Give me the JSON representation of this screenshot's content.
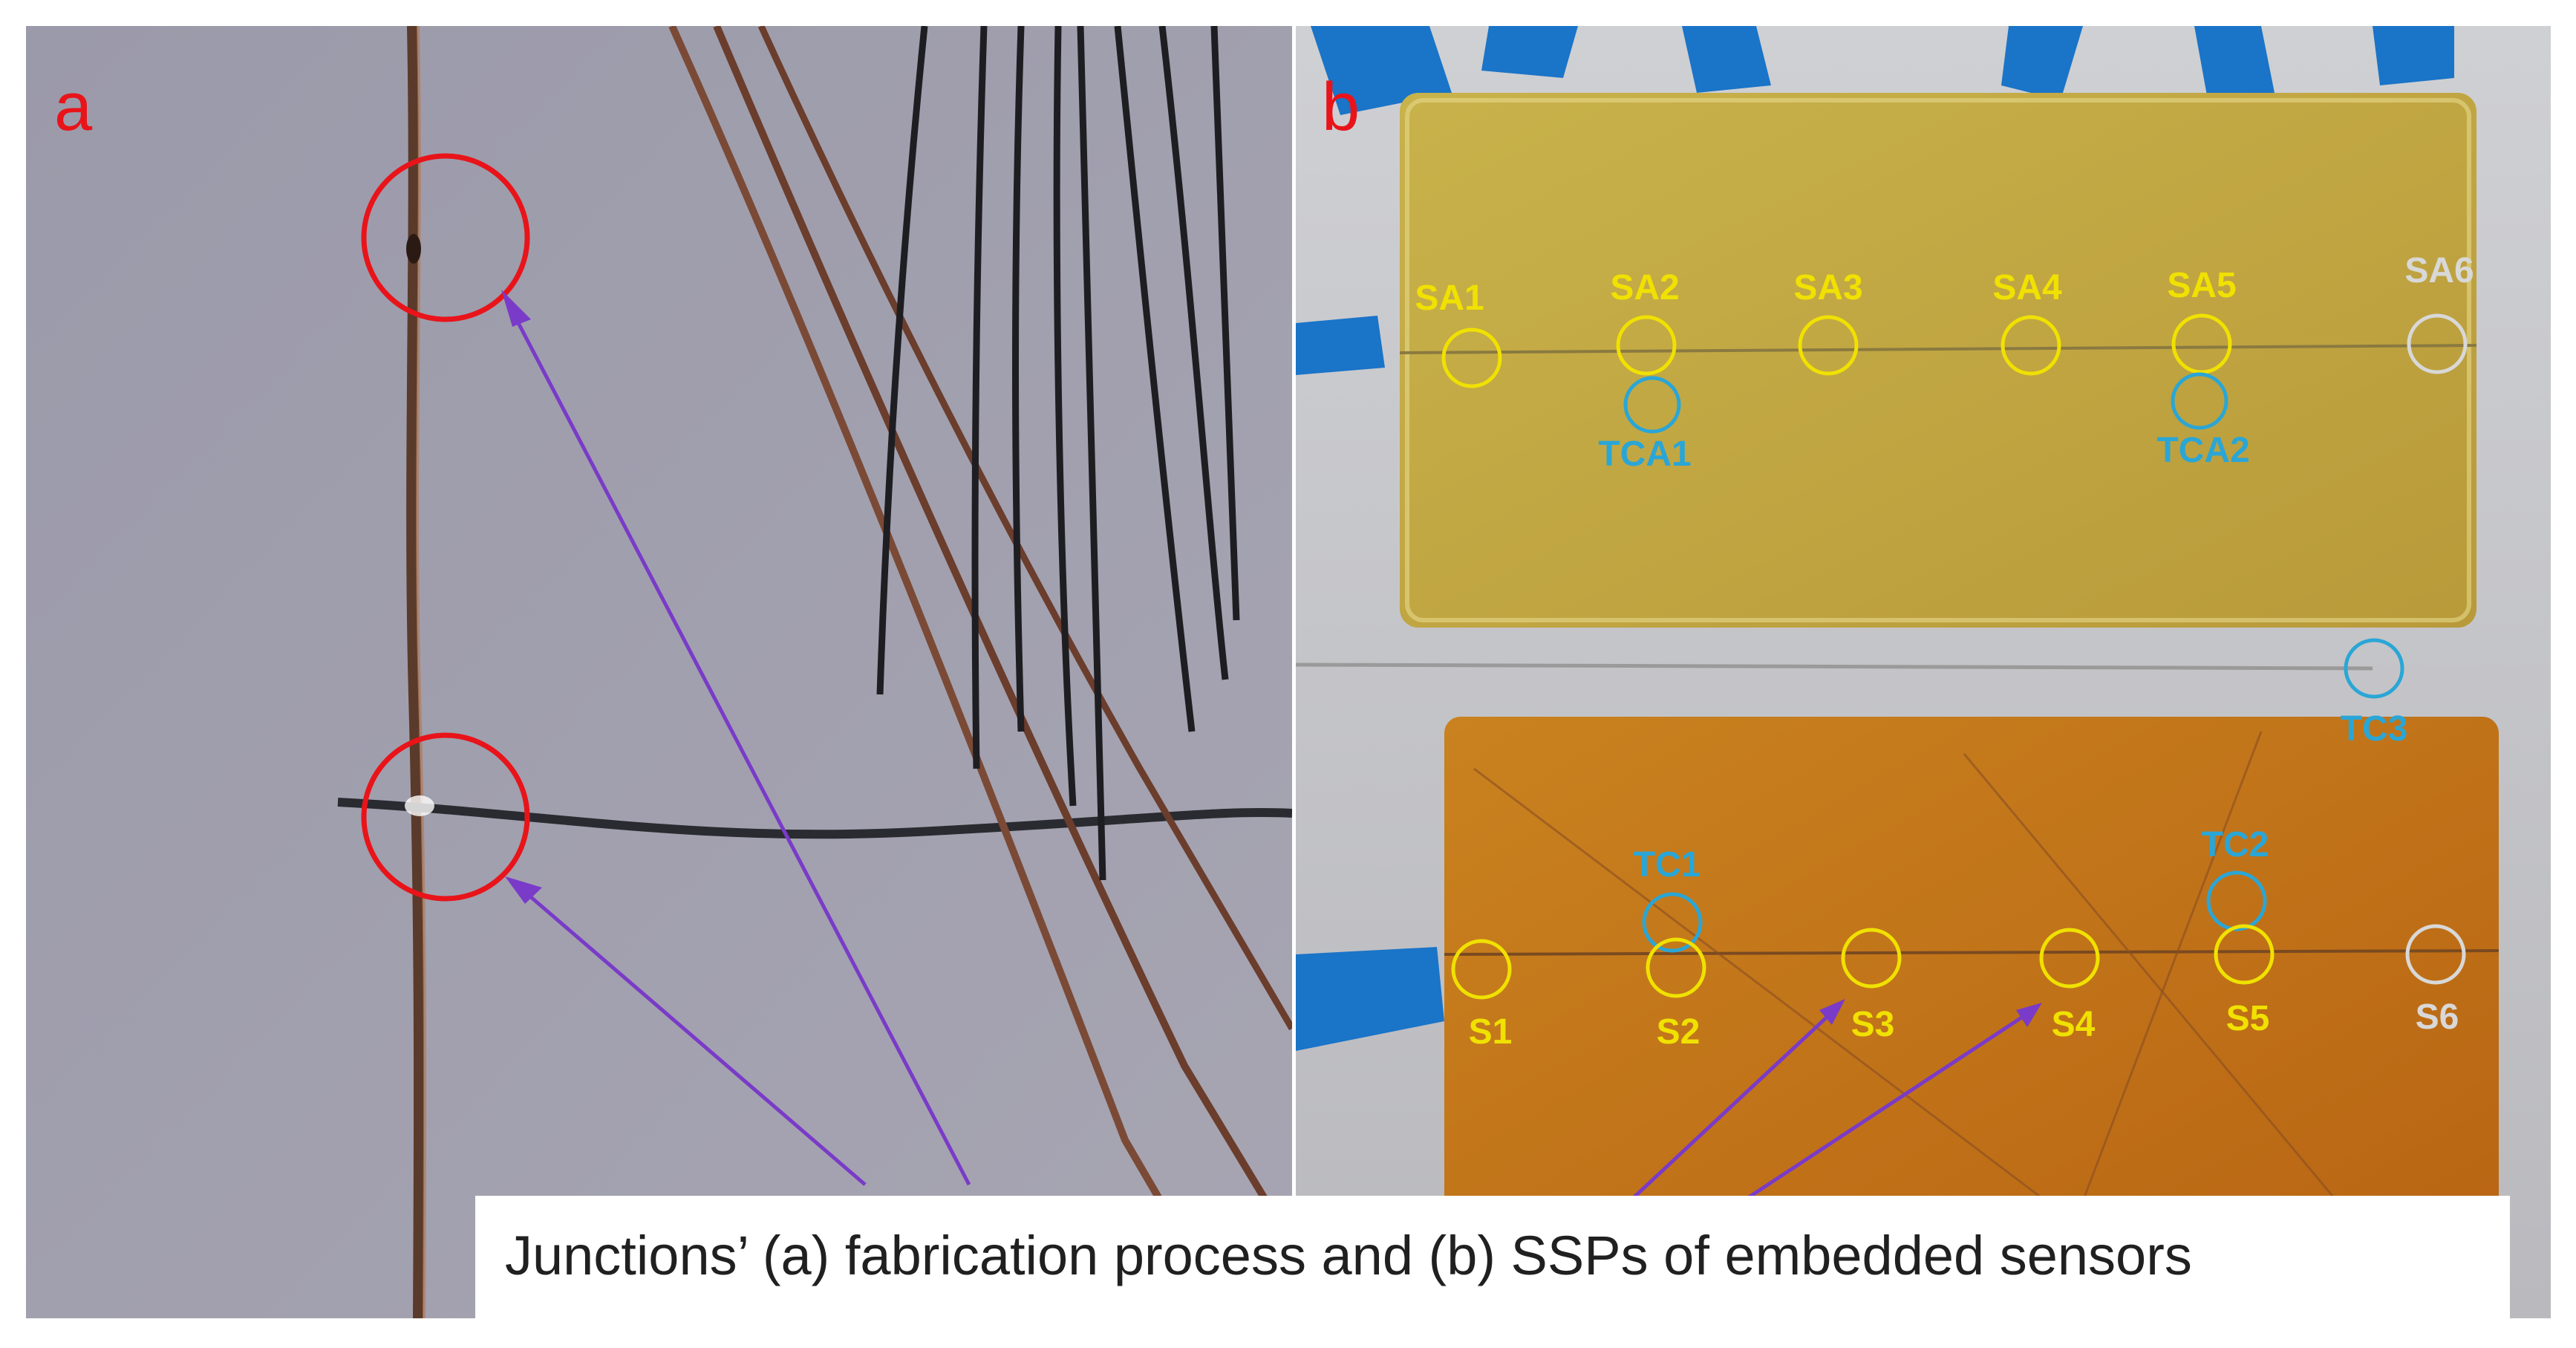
{
  "caption": "Junctions’ (a) fabrication process and (b) SSPs of embedded sensors",
  "panel_a": {
    "label": "a"
  },
  "panel_b": {
    "label": "b",
    "top_sample_labels": [
      "SA1",
      "SA2",
      "SA3",
      "SA4",
      "SA5",
      "SA6"
    ],
    "top_tc_labels": [
      "TCA1",
      "TCA2"
    ],
    "middle_tc_label": "TC3",
    "bottom_sample_labels": [
      "S1",
      "S2",
      "S3",
      "S4",
      "S5",
      "S6"
    ],
    "bottom_tc_labels": [
      "TC1",
      "TC2"
    ]
  },
  "colors": {
    "panel_label": "#e8141a",
    "sensor_marker": "#f0e100",
    "thermocouple_marker": "#2aa6d6",
    "faded_marker": "#d8d8d8",
    "arrow": "#7a3bc8",
    "junction_circle": "#e8141a"
  }
}
